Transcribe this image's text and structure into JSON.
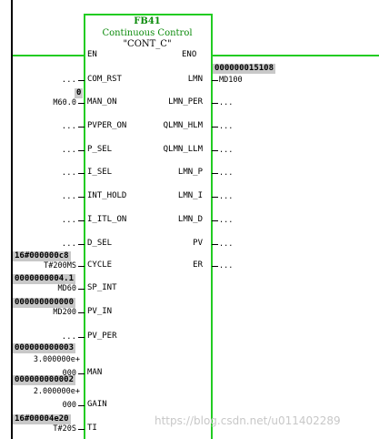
{
  "block": {
    "name": "FB41",
    "description": "Continuous Control",
    "symbol": "\"CONT_C\""
  },
  "inputs": [
    {
      "pin": "EN",
      "param": ""
    },
    {
      "pin": "COM_RST",
      "param": "..."
    },
    {
      "pin": "MAN_ON",
      "param": "M60.0",
      "value": "0"
    },
    {
      "pin": "PVPER_ON",
      "param": "..."
    },
    {
      "pin": "P_SEL",
      "param": "..."
    },
    {
      "pin": "I_SEL",
      "param": "..."
    },
    {
      "pin": "INT_HOLD",
      "param": "..."
    },
    {
      "pin": "I_ITL_ON",
      "param": "..."
    },
    {
      "pin": "D_SEL",
      "param": "..."
    },
    {
      "pin": "CYCLE",
      "param": "T#200MS",
      "value": "16#000000c8"
    },
    {
      "pin": "SP_INT",
      "param": "MD60",
      "value": "0000000004.1"
    },
    {
      "pin": "PV_IN",
      "param": "MD200",
      "value": "000000000000"
    },
    {
      "pin": "PV_PER",
      "param": "..."
    },
    {
      "pin": "MAN",
      "param_line1": "3.000000e+",
      "param_line2": "000",
      "value": "000000000003"
    },
    {
      "pin": "GAIN",
      "param_line1": "2.000000e+",
      "param_line2": "000",
      "value": "000000000002"
    },
    {
      "pin": "TI",
      "param": "T#20S",
      "value": "16#00004e20"
    }
  ],
  "outputs": [
    {
      "pin": "ENO",
      "param": ""
    },
    {
      "pin": "LMN",
      "param": "MD100",
      "value": "000000015108"
    },
    {
      "pin": "LMN_PER",
      "param": "..."
    },
    {
      "pin": "QLMN_HLM",
      "param": "..."
    },
    {
      "pin": "QLMN_LLM",
      "param": "..."
    },
    {
      "pin": "LMN_P",
      "param": "..."
    },
    {
      "pin": "LMN_I",
      "param": "..."
    },
    {
      "pin": "LMN_D",
      "param": "..."
    },
    {
      "pin": "PV",
      "param": "..."
    },
    {
      "pin": "ER",
      "param": "..."
    }
  ],
  "watermark": "https://blog.csdn.net/u011402289",
  "colors": {
    "active_line": "#22cc22",
    "value_box": "#c8c8c8",
    "block_text": "#0a8a0a"
  }
}
